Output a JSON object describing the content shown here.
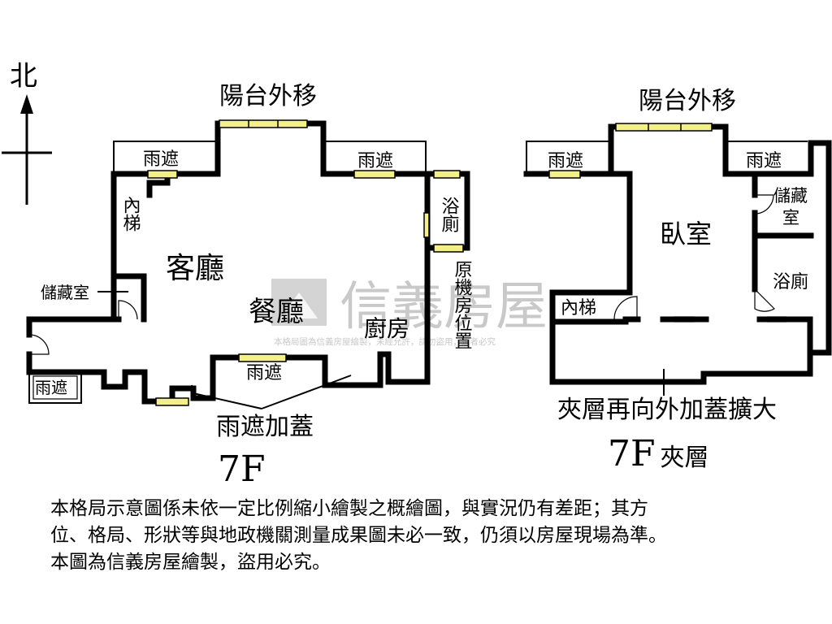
{
  "compass": {
    "north": "北"
  },
  "floor_7f": {
    "balcony_shift": "陽台外移",
    "canopy_1": "雨遮",
    "canopy_2": "雨遮",
    "canopy_3": "雨遮",
    "canopy_4": "雨遮",
    "inner_stair": "內梯",
    "living": "客廳",
    "dining": "餐廳",
    "kitchen": "廚房",
    "bath": "浴廁",
    "storage": "儲藏室",
    "orig_machine_room": "原機房位置",
    "canopy_add_roof": "雨遮加蓋",
    "floor_label": "7F"
  },
  "floor_mezz": {
    "balcony_shift": "陽台外移",
    "canopy_1": "雨遮",
    "canopy_2": "雨遮",
    "storage": "儲藏室",
    "bedroom": "臥室",
    "bath": "浴廁",
    "inner_stair": "內梯",
    "expand_note": "夾層再向外加蓋擴大",
    "floor_label": "7F",
    "floor_label_suffix": "夾層"
  },
  "watermark": {
    "brand": "信義房屋",
    "notice": "本格局圖為信義房屋繪製，未經允許，請勿盜用，違者必究"
  },
  "disclaimer": [
    "本格局示意圖係未依一定比例縮小繪製之概繪圖，與實況仍有差距；其方",
    "位、格局、形狀等與地政機關測量成果圖未必一致，仍須以房屋現場為準。",
    "本圖為信義房屋繪製，盜用必究。"
  ],
  "colors": {
    "window_fill": "#f4f088",
    "wall": "#000000",
    "watermark": "#c9c9c9"
  }
}
